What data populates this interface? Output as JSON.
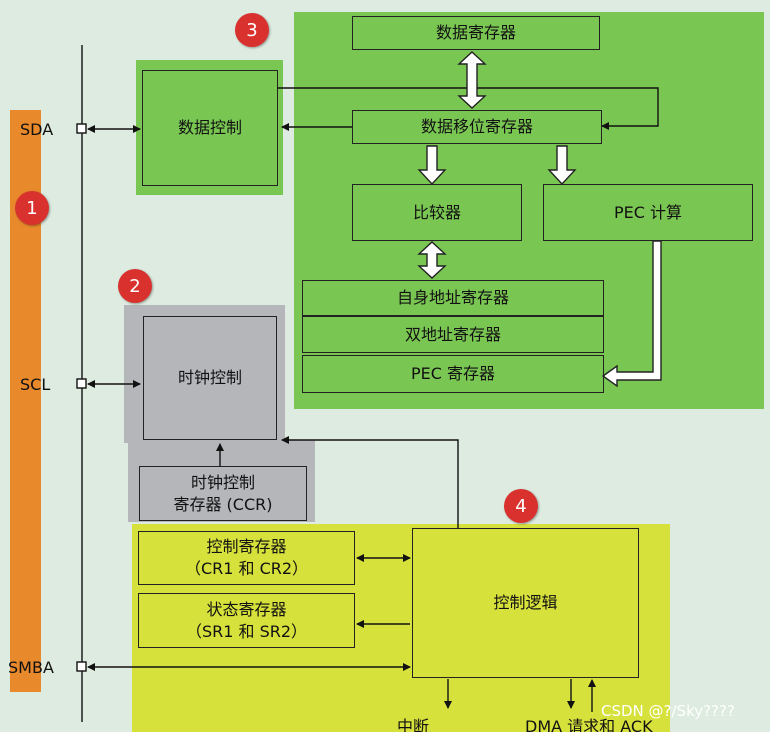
{
  "pins": {
    "sda": "SDA",
    "scl": "SCL",
    "smba": "SMBA"
  },
  "badges": [
    "1",
    "2",
    "3",
    "4"
  ],
  "blocks": {
    "data_register": "数据寄存器",
    "data_control": "数据控制",
    "data_shift_register": "数据移位寄存器",
    "comparator": "比较器",
    "pec_calc": "PEC 计算",
    "own_address_register": "自身地址寄存器",
    "dual_address_register": "双地址寄存器",
    "pec_register": "PEC 寄存器",
    "clock_control": "时钟控制",
    "ccr_line1": "时钟控制",
    "ccr_line2": "寄存器 (CCR)",
    "control_register_line1": "控制寄存器",
    "control_register_line2": "（CR1 和 CR2）",
    "status_register_line1": "状态寄存器",
    "status_register_line2": "（SR1 和 SR2）",
    "control_logic": "控制逻辑"
  },
  "signals": {
    "interrupt": "中断",
    "dma_ack": "DMA 请求和 ACK"
  },
  "watermark": "CSDN @?/Sky????",
  "colors": {
    "background": "#ddebe0",
    "pin_bar": "#e8892c",
    "data_area": "#7ac653",
    "clock_area": "#b4b6ba",
    "control_area": "#d7e13c",
    "badge": "#d9322e"
  }
}
